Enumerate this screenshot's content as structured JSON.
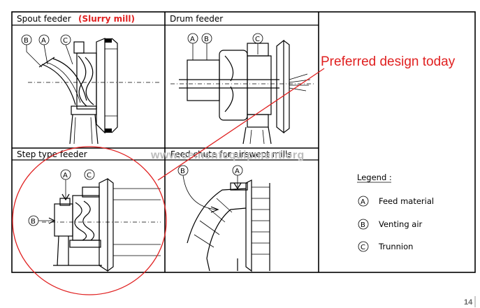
{
  "panels": {
    "spout": {
      "title": "Spout feeder",
      "note": "(Slurry mill)"
    },
    "drum": {
      "title": "Drum feeder"
    },
    "step": {
      "title": "Step type feeder"
    },
    "chute": {
      "title": "Feed chute for airswept mills"
    }
  },
  "callout": {
    "text": "Preferred design today",
    "color": "#e02020"
  },
  "markers": {
    "a": "A",
    "b": "B",
    "c": "C"
  },
  "legend": {
    "title": "Legend :",
    "items": [
      {
        "key": "A",
        "label": "Feed material"
      },
      {
        "key": "B",
        "label": "Venting air"
      },
      {
        "key": "C",
        "label": "Trunnion"
      }
    ]
  },
  "watermark": "www.cementequipment.org",
  "page_number": "14"
}
